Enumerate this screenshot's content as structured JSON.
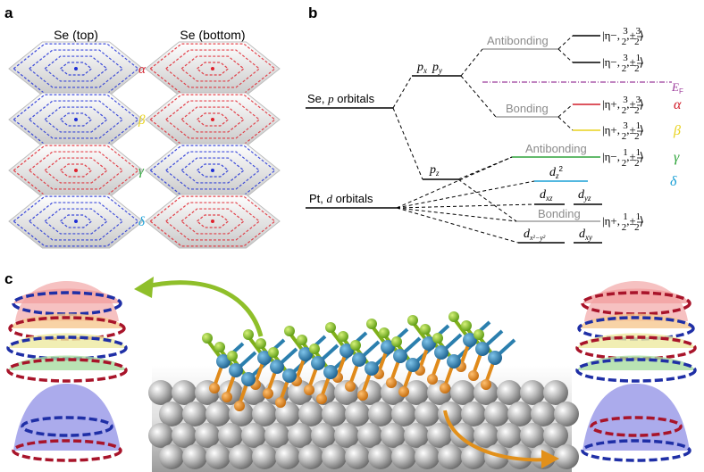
{
  "panel_labels": {
    "a": "a",
    "b": "b",
    "c": "c"
  },
  "panel_a": {
    "col_top": "Se (top)",
    "col_bottom": "Se (bottom)",
    "rows": [
      {
        "greek": "α",
        "color": "#d21d2a",
        "top_color": "#1f2fd6",
        "bottom_color": "#e0232e"
      },
      {
        "greek": "β",
        "color": "#e8d21c",
        "top_color": "#1f2fd6",
        "bottom_color": "#e0232e"
      },
      {
        "greek": "γ",
        "color": "#2ea43a",
        "top_color": "#e0232e",
        "bottom_color": "#1f2fd6"
      },
      {
        "greek": "δ",
        "color": "#1aa0d6",
        "top_color": "#1f2fd6",
        "bottom_color": "#e0232e"
      }
    ],
    "title_color_top": "#7fbf2a",
    "title_color_bottom": "#e2a21f"
  },
  "panel_b": {
    "se_label_prefix": "Se, ",
    "se_label_italic": "p",
    "se_label_suffix": " orbitals",
    "pt_label_prefix": "Pt, ",
    "pt_label_italic": "d",
    "pt_label_suffix": " orbitals",
    "pxpy_a": "p",
    "pxpy_a_sub": "x",
    "pxpy_b": "p",
    "pxpy_b_sub": "y",
    "pz": "p",
    "pz_sub": "z",
    "antibonding_top": "Antibonding",
    "bonding_top": "Bonding",
    "antibonding_mid": "Antibonding",
    "bonding_low": "Bonding",
    "ef": "E",
    "ef_sub": "F",
    "dz2": "d",
    "dz2_sub": "z",
    "dz2_sup": "2",
    "dxz": "d",
    "dxz_sub": "xz",
    "dyz": "d",
    "dyz_sub": "yz",
    "dx2y2": "d",
    "dx2y2_sub": "x²−y²",
    "dxy": "d",
    "dxy_sub": "xy",
    "states": [
      {
        "sign": "|η−, ",
        "n1": "3",
        "n2": "3",
        "pm": "±",
        "color": "#000"
      },
      {
        "sign": "|η−, ",
        "n1": "3",
        "n2": "1",
        "pm": "±",
        "color": "#000"
      },
      {
        "sign": "|η+, ",
        "n1": "3",
        "n2": "3",
        "pm": "±",
        "color": "#000"
      },
      {
        "sign": "|η+, ",
        "n1": "3",
        "n2": "1",
        "pm": "±",
        "color": "#000"
      },
      {
        "sign": "|η−, ",
        "n1": "1",
        "n2": "1",
        "pm": "±",
        "color": "#000"
      },
      {
        "sign": "|η+, ",
        "n1": "1",
        "n2": "1",
        "pm": "±",
        "color": "#000"
      }
    ],
    "greek_right": [
      {
        "g": "α",
        "color": "#d21d2a"
      },
      {
        "g": "β",
        "color": "#e8d21c"
      },
      {
        "g": "γ",
        "color": "#2ea43a"
      },
      {
        "g": "δ",
        "color": "#1aa0d6"
      }
    ],
    "colors": {
      "ef_line": "#9b3a9a",
      "bonding_gray": "#8c8c8c",
      "alpha_line": "#d21d2a",
      "beta_line": "#e8d21c",
      "gamma_line": "#2ea43a",
      "delta_line": "#1aa0d6"
    }
  }
}
